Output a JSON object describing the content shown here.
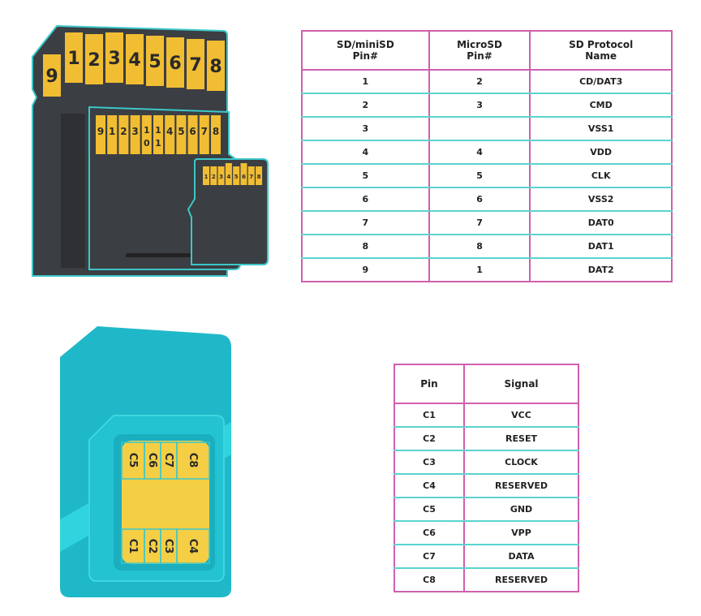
{
  "sd_table": {
    "headers": [
      "SD/miniSD\nPin#",
      "MicroSD\nPin#",
      "SD Protocol\nName"
    ],
    "rows": [
      [
        "1",
        "2",
        "CD/DAT3"
      ],
      [
        "2",
        "3",
        "CMD"
      ],
      [
        "3",
        "",
        "VSS1"
      ],
      [
        "4",
        "4",
        "VDD"
      ],
      [
        "5",
        "5",
        "CLK"
      ],
      [
        "6",
        "6",
        "VSS2"
      ],
      [
        "7",
        "7",
        "DAT0"
      ],
      [
        "8",
        "8",
        "DAT1"
      ],
      [
        "9",
        "1",
        "DAT2"
      ]
    ]
  },
  "sim_table": {
    "headers": [
      "Pin",
      "Signal"
    ],
    "rows": [
      [
        "C1",
        "VCC"
      ],
      [
        "C2",
        "RESET"
      ],
      [
        "C3",
        "CLOCK"
      ],
      [
        "C4",
        "RESERVED"
      ],
      [
        "C5",
        "GND"
      ],
      [
        "C6",
        "VPP"
      ],
      [
        "C7",
        "DATA"
      ],
      [
        "C8",
        "RESERVED"
      ]
    ]
  },
  "sd_card": {
    "pins": [
      "9",
      "1",
      "2",
      "3",
      "4",
      "5",
      "6",
      "7",
      "8"
    ]
  },
  "minisd_card": {
    "pins": [
      "9",
      "1",
      "2",
      "3",
      "10",
      "11",
      "4",
      "5",
      "6",
      "7",
      "8"
    ]
  },
  "microsd_card": {
    "pins": [
      "1",
      "2",
      "3",
      "4",
      "5",
      "6",
      "7",
      "8"
    ]
  },
  "sim_card": {
    "pins": [
      "C5",
      "C6",
      "C7",
      "C8",
      "C1",
      "C2",
      "C3",
      "C4"
    ]
  },
  "colors": {
    "card_dark": "#3b3e42",
    "outline": "#3cc7c9",
    "gold": "#f1bd32",
    "sim": "#1fb8c9",
    "table_border": "#d05fae",
    "row_line": "#5cd3cf"
  }
}
